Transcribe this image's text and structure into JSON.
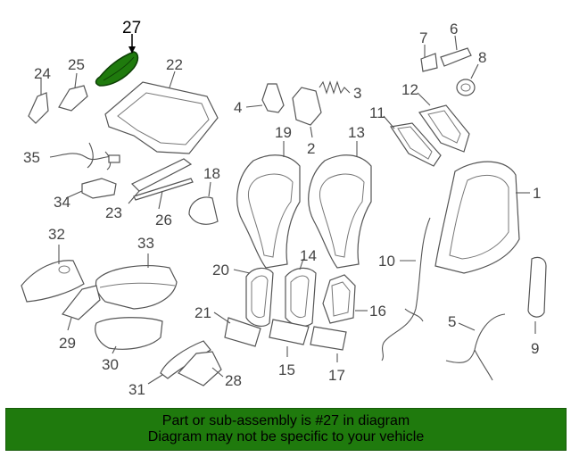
{
  "diagram": {
    "highlighted_part": "27",
    "highlight_color": "#1f7a0d",
    "callouts": {
      "c1": "1",
      "c2": "2",
      "c3": "3",
      "c4": "4",
      "c5": "5",
      "c6": "6",
      "c7": "7",
      "c8": "8",
      "c9": "9",
      "c10": "10",
      "c11": "11",
      "c12": "12",
      "c13": "13",
      "c14": "14",
      "c15": "15",
      "c16": "16",
      "c17": "17",
      "c18": "18",
      "c19": "19",
      "c20": "20",
      "c21": "21",
      "c22": "22",
      "c23": "23",
      "c24": "24",
      "c25": "25",
      "c26": "26",
      "c27": "27",
      "c28": "28",
      "c29": "29",
      "c30": "30",
      "c31": "31",
      "c32": "32",
      "c33": "33",
      "c34": "34",
      "c35": "35"
    }
  },
  "banner": {
    "line1": "Part or sub-assembly is #27 in diagram",
    "line2": "Diagram may not be specific to your vehicle",
    "background": "#1f7a0d"
  }
}
